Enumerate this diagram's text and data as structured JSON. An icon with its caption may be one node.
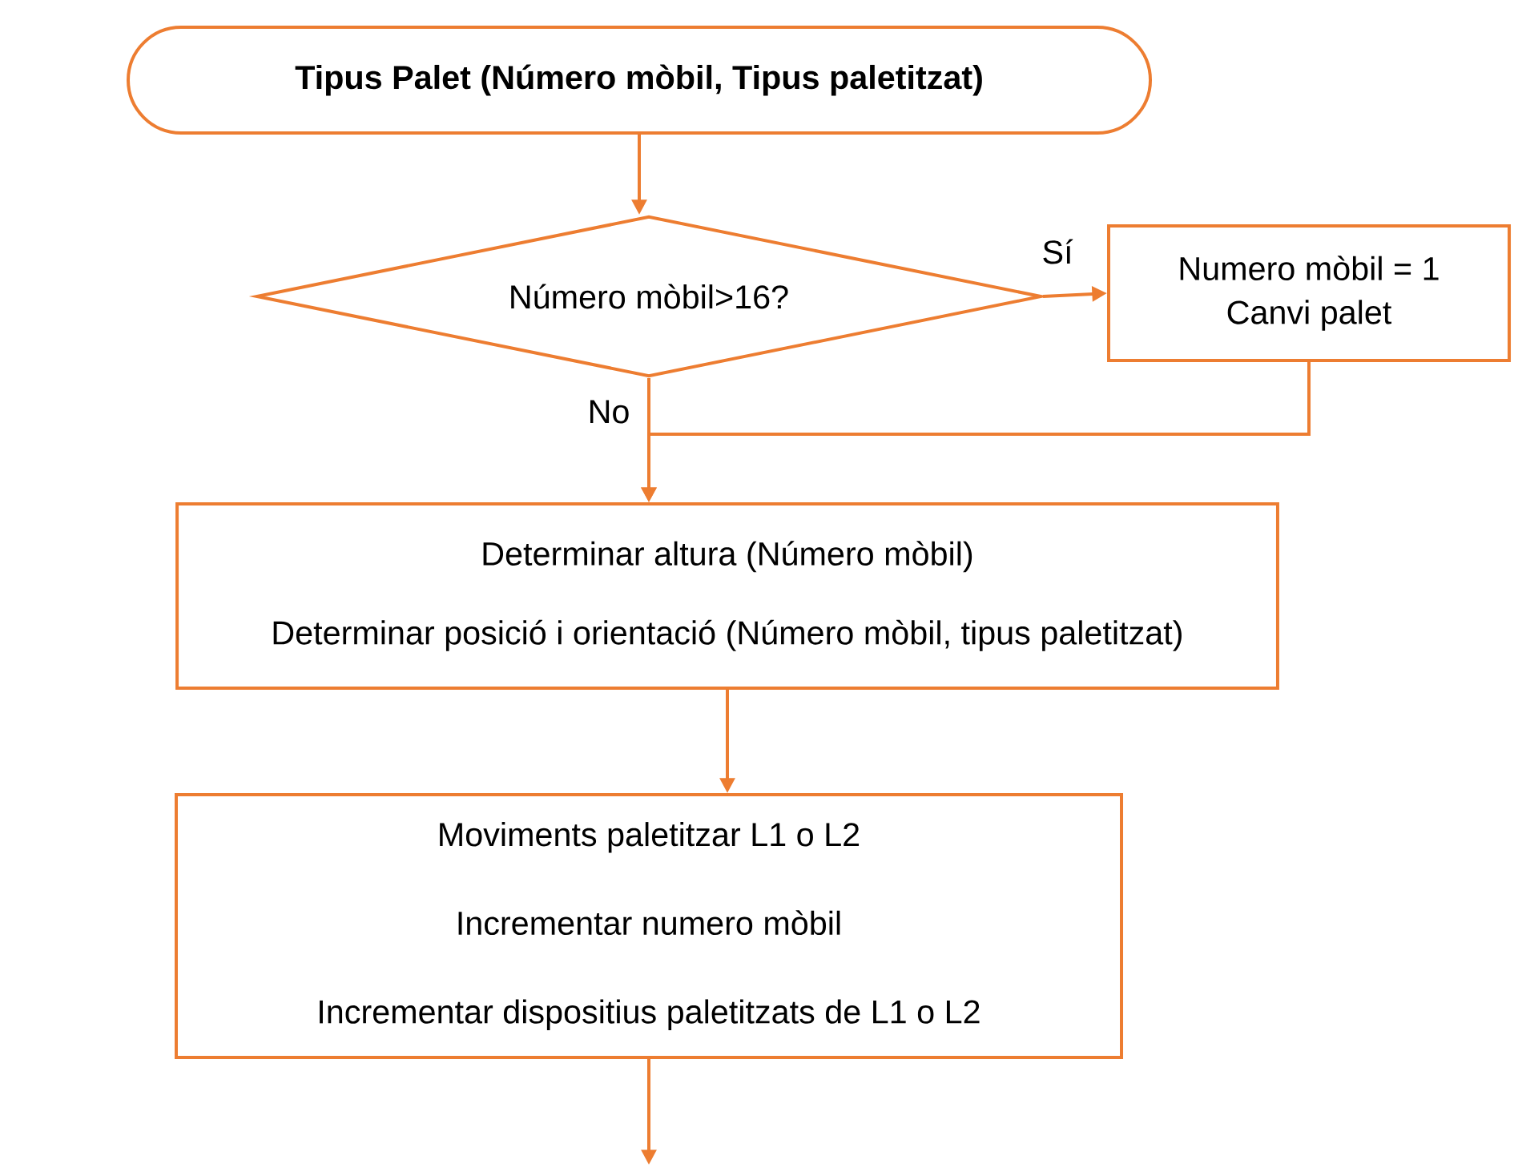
{
  "diagram": {
    "nodes": [
      {
        "text": [
          "Tipus Palet (Número mòbil, Tipus paletitzat)"
        ]
      },
      {
        "text": [
          "Número mòbil>16?"
        ]
      },
      {
        "text": [
          "Numero mòbil = 1",
          "Canvi palet"
        ]
      },
      {
        "text": [
          "Determinar altura (Número mòbil)",
          "Determinar posició i orientació (Número mòbil, tipus paletitzat)"
        ]
      },
      {
        "text": [
          "Moviments paletitzar L1 o L2",
          "Incrementar numero mòbil",
          "Incrementar dispositius paletitzats de L1 o L2"
        ]
      }
    ],
    "edges": [
      {
        "from": 0,
        "to": 1,
        "arrow": "to"
      },
      {
        "from": 1,
        "to": 2,
        "arrow": "to",
        "label": "Sí"
      },
      {
        "from": 1,
        "to": 3,
        "arrow": "to",
        "label": "No"
      },
      {
        "from": 2,
        "to": 3,
        "arrow": "to"
      },
      {
        "from": 3,
        "to": 4,
        "arrow": "to"
      },
      {
        "from": 4,
        "to": null,
        "arrow": "to"
      }
    ]
  }
}
